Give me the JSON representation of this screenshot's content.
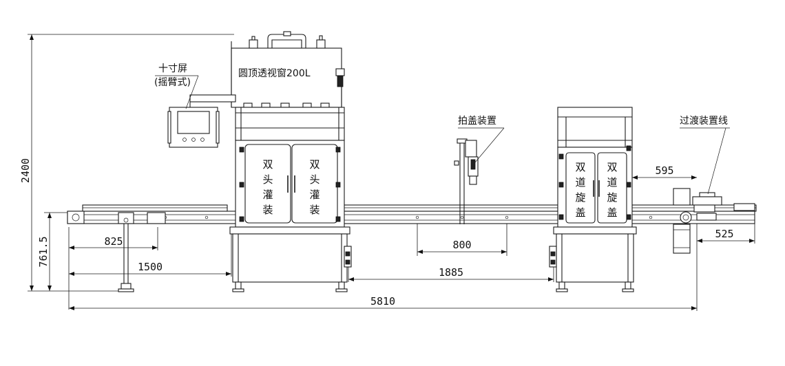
{
  "labels": {
    "screen_line1": "十寸屏",
    "screen_line2": "(摇臂式)",
    "tank": "圆顶透视窗200L",
    "capping": "拍盖装置",
    "transition": "过渡装置线"
  },
  "doors": {
    "filling_left": [
      "双",
      "头",
      "灌",
      "装"
    ],
    "filling_right": [
      "双",
      "头",
      "灌",
      "装"
    ],
    "screw_left": [
      "双",
      "道",
      "旋",
      "盖"
    ],
    "screw_right": [
      "双",
      "道",
      "旋",
      "盖"
    ]
  },
  "dimensions": {
    "overall_height": "2400",
    "conveyor_height": "761.5",
    "d825": "825",
    "d1500": "1500",
    "d800": "800",
    "d1885": "1885",
    "d595": "595",
    "d525": "525",
    "overall_length": "5810"
  }
}
